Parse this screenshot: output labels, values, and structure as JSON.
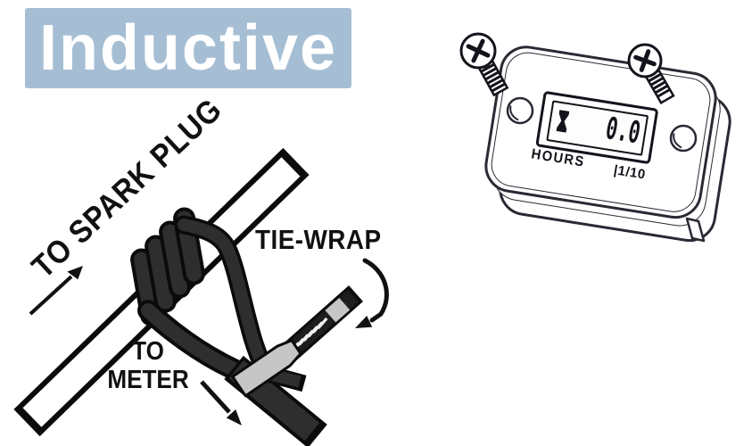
{
  "badge": {
    "label": "Inductive",
    "bg_color": "#a5bed4",
    "text_color": "#ffffff"
  },
  "diagram": {
    "spark_plug_label": "TO SPARK PLUG",
    "meter_label_line1": "TO",
    "meter_label_line2": "METER",
    "tie_wrap_label": "TIE-WRAP"
  },
  "meter": {
    "value": "0.0",
    "unit": "HOURS",
    "fraction": "|1/10"
  },
  "icons": {
    "hourglass": "hourglass-icon",
    "screws": "phillips-screw-icon",
    "holes": "mounting-hole",
    "arrows": "direction-arrow"
  },
  "colors": {
    "badge_blue": "#a5bed4",
    "line_dark": "#2b2833",
    "wire_outline": "#0b0b0b",
    "wire_fill": "#2e2e2e",
    "tie_gray": "#c6c6c6"
  }
}
